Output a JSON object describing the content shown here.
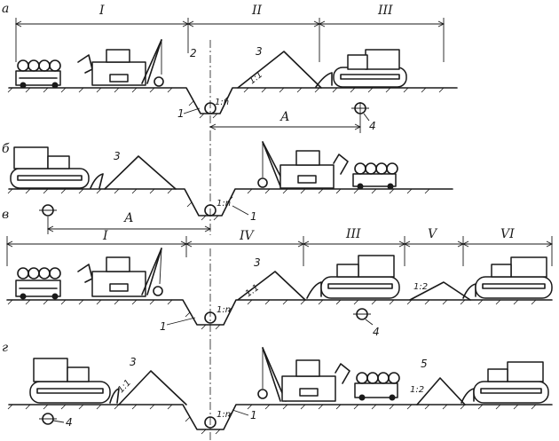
{
  "rows": [
    {
      "letter": "а",
      "zones": [
        "I",
        "II",
        "III"
      ],
      "pipe_label": "1",
      "axis_label": "2",
      "pile_label": "3",
      "slope_trench": "1:n",
      "slope_pile": "1:1",
      "dimension": "А",
      "marker_label": "4"
    },
    {
      "letter": "б",
      "pipe_label": "1",
      "pile_label": "3",
      "slope_trench": "1:n"
    },
    {
      "letter": "в",
      "dimension": "А",
      "zones": [
        "I",
        "IV",
        "III",
        "V",
        "VI"
      ],
      "pipe_label": "1",
      "pile_label": "3",
      "slope_trench": "1:n",
      "slope_pile": "1:1",
      "slope_pile2": "1:2",
      "marker_label": "4"
    },
    {
      "letter": "г",
      "pipe_label": "1",
      "pile_label": "3",
      "pile2_label": "5",
      "slope_trench": "1:n",
      "slope_pile": "1:1",
      "slope_pile2": "1:2",
      "marker_label": "4"
    }
  ]
}
